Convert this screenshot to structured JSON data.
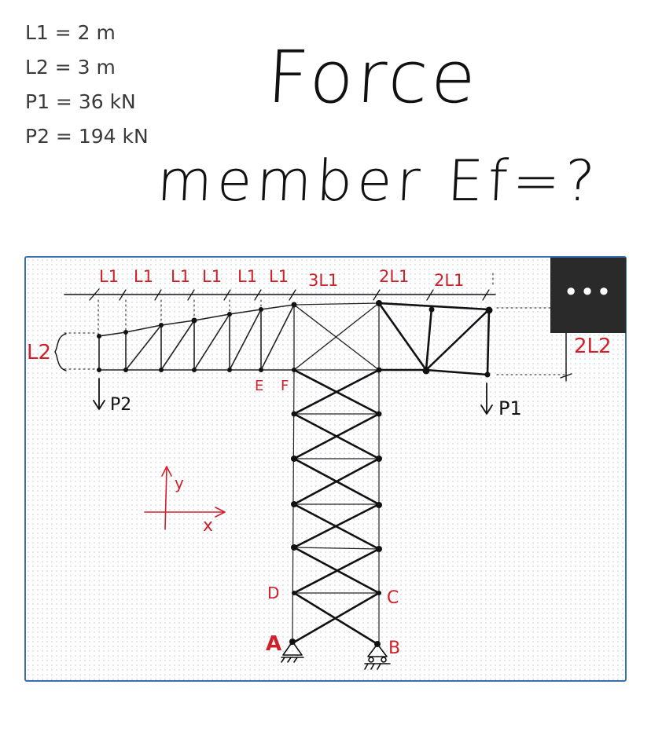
{
  "givens": [
    {
      "text": "L1 = 2 m"
    },
    {
      "text": "L2 = 3 m"
    },
    {
      "text": "P1 = 36 kN"
    },
    {
      "text": "P2 = 194 kN"
    }
  ],
  "question": {
    "line1": "Force",
    "line2": "member Ef=?"
  },
  "menu": {
    "label": "•••"
  },
  "diagram": {
    "top_dims": [
      "L1",
      "L1",
      "L1",
      "L1",
      "L1",
      "L1",
      "3L1",
      "2L1",
      "2L1"
    ],
    "left_dim": "L2",
    "right_dim": "2L2",
    "load_p2": "P2",
    "load_p1": "P1",
    "node_e": "E",
    "node_f": "F",
    "node_d": "D",
    "node_c": "C",
    "node_a": "A",
    "node_b": "B",
    "axis_y": "y",
    "axis_x": "x"
  },
  "colors": {
    "annotation": "#d0202a",
    "ink": "#111111",
    "frame": "#3a6fb0"
  }
}
